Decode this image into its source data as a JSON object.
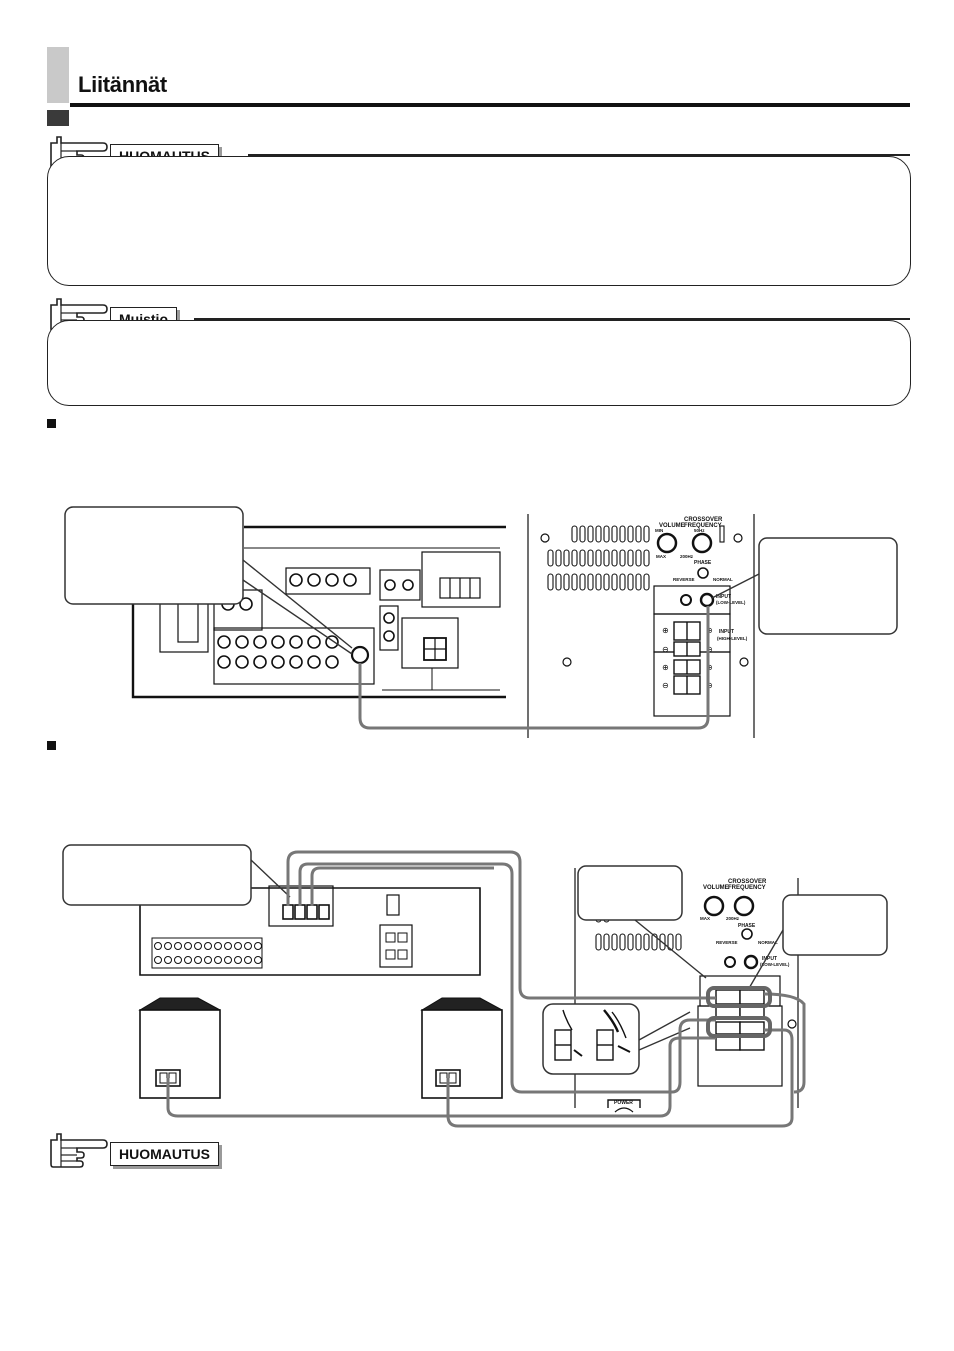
{
  "page": {
    "title": "Liitännät"
  },
  "notes": {
    "note1_label": "HUOMAUTUS",
    "memo_label": "Muistio",
    "note2_label": "HUOMAUTUS"
  },
  "colors": {
    "ink": "#111111",
    "gray_block": "#c9c9c9",
    "cable": "#777777"
  },
  "panel_labels": {
    "volume": "VOLUME",
    "crossover": "CROSSOVER",
    "frequency": "FREQUENCY",
    "min": "MIN",
    "max": "MAX",
    "hz50": "50Hz",
    "hz200": "200Hz",
    "phase": "PHASE",
    "reverse": "REVERSE",
    "normal": "NORMAL",
    "input": "INPUT",
    "low_level": "(LOW-LEVEL)",
    "high_level": "(HIGH-LEVEL)",
    "power": "POWER"
  },
  "icons": [
    "pointing-hand-icon",
    "square-bullet-icon"
  ]
}
